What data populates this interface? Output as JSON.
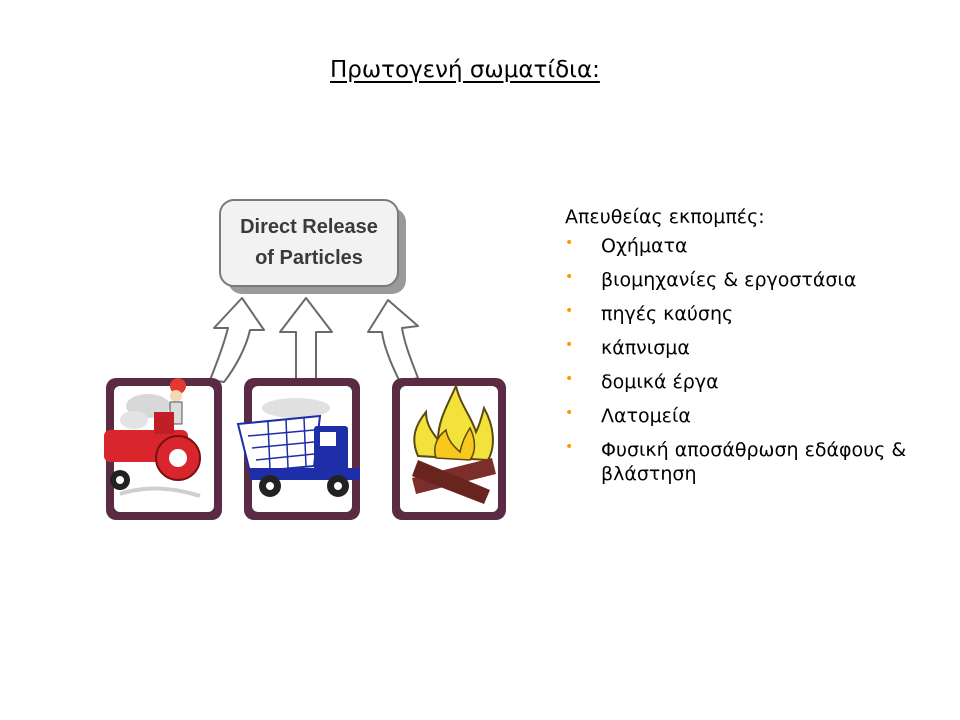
{
  "title": "Πρωτογενή σωματίδια:",
  "diagram": {
    "box_line1": "Direct Release",
    "box_line2": "of Particles",
    "sources": [
      "tractor-icon",
      "truck-icon",
      "fire-icon"
    ]
  },
  "list": {
    "heading": "Απευθείας εκπομπές:",
    "bullet_color": "#FF9900",
    "items": [
      "Οχήματα",
      "βιομηχανίες & εργοστάσια",
      "πηγές καύσης",
      "κάπνισμα",
      "δομικά έργα",
      "Λατομεία",
      "Φυσική αποσάθρωση εδάφους & βλάστηση"
    ]
  }
}
